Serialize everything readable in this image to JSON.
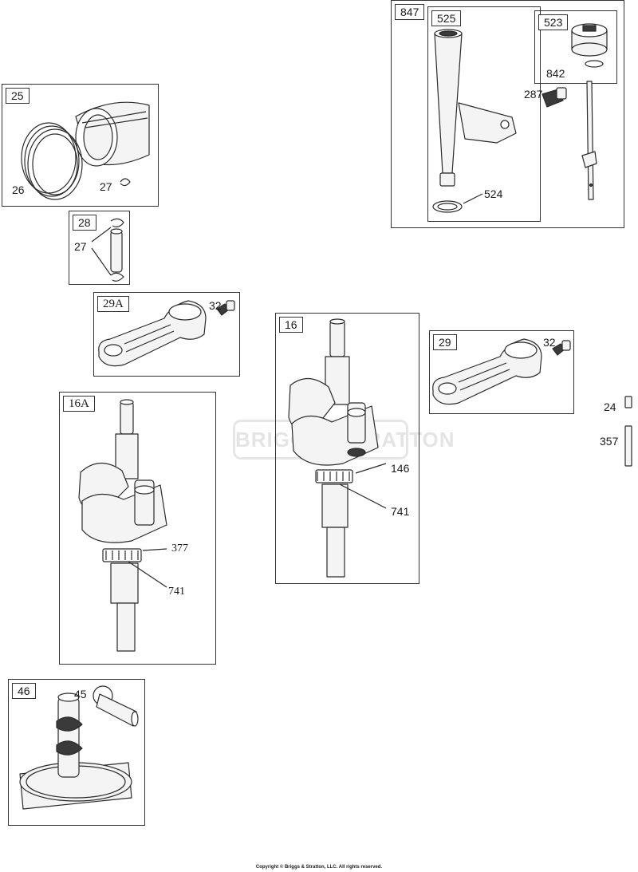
{
  "watermark": "BRIGGS&STRATTON",
  "copyright": "Copyright © Briggs & Stratton, LLC. All rights reserved.",
  "panels": {
    "p847": {
      "tag": "847"
    },
    "p525": {
      "tag": "525",
      "parts": [
        "524"
      ]
    },
    "p523": {
      "tag": "523",
      "parts": [
        "842"
      ]
    },
    "p25": {
      "tag": "25",
      "parts": [
        "26",
        "27"
      ]
    },
    "p28": {
      "tag": "28",
      "parts": [
        "27"
      ]
    },
    "p29A": {
      "tag": "29A",
      "parts": [
        "32"
      ]
    },
    "p16": {
      "tag": "16",
      "parts": [
        "146",
        "741"
      ]
    },
    "p29": {
      "tag": "29",
      "parts": [
        "32"
      ]
    },
    "p16A": {
      "tag": "16A",
      "parts": [
        "377",
        "741"
      ]
    },
    "p46": {
      "tag": "46",
      "parts": [
        "45"
      ]
    }
  },
  "loose_parts": [
    "287",
    "24",
    "357"
  ]
}
